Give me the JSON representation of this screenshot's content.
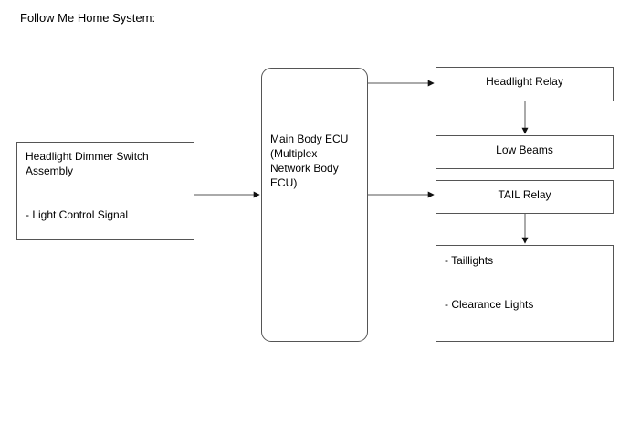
{
  "page": {
    "title": "Follow Me Home System:",
    "background": "#ffffff",
    "line_color": "#555555",
    "text_color": "#000000"
  },
  "diagram": {
    "type": "block-flow-diagram",
    "nodes": [
      {
        "id": "headlight-dimmer-switch",
        "label": "Headlight Dimmer Switch\nAssembly\n\n\n- Light Control Signal",
        "shape": "rectangle",
        "align": "left"
      },
      {
        "id": "main-body-ecu",
        "label": "Main Body ECU\n(Multiplex\nNetwork Body\nECU)",
        "shape": "rounded-rectangle",
        "align": "left"
      },
      {
        "id": "headlight-relay",
        "label": "Headlight Relay",
        "shape": "rectangle",
        "align": "center"
      },
      {
        "id": "low-beams",
        "label": "Low Beams",
        "shape": "rectangle",
        "align": "center"
      },
      {
        "id": "tail-relay",
        "label": "TAIL Relay",
        "shape": "rectangle",
        "align": "center"
      },
      {
        "id": "taillights-clearance-lights",
        "label": "- Taillights\n\n\n- Clearance Lights",
        "shape": "rectangle",
        "align": "left"
      }
    ],
    "edges": [
      {
        "from": "headlight-dimmer-switch",
        "to": "main-body-ecu",
        "direction": "right"
      },
      {
        "from": "main-body-ecu",
        "to": "headlight-relay",
        "direction": "right"
      },
      {
        "from": "main-body-ecu",
        "to": "tail-relay",
        "direction": "right"
      },
      {
        "from": "headlight-relay",
        "to": "low-beams",
        "direction": "down"
      },
      {
        "from": "tail-relay",
        "to": "taillights-clearance-lights",
        "direction": "down"
      }
    ]
  }
}
